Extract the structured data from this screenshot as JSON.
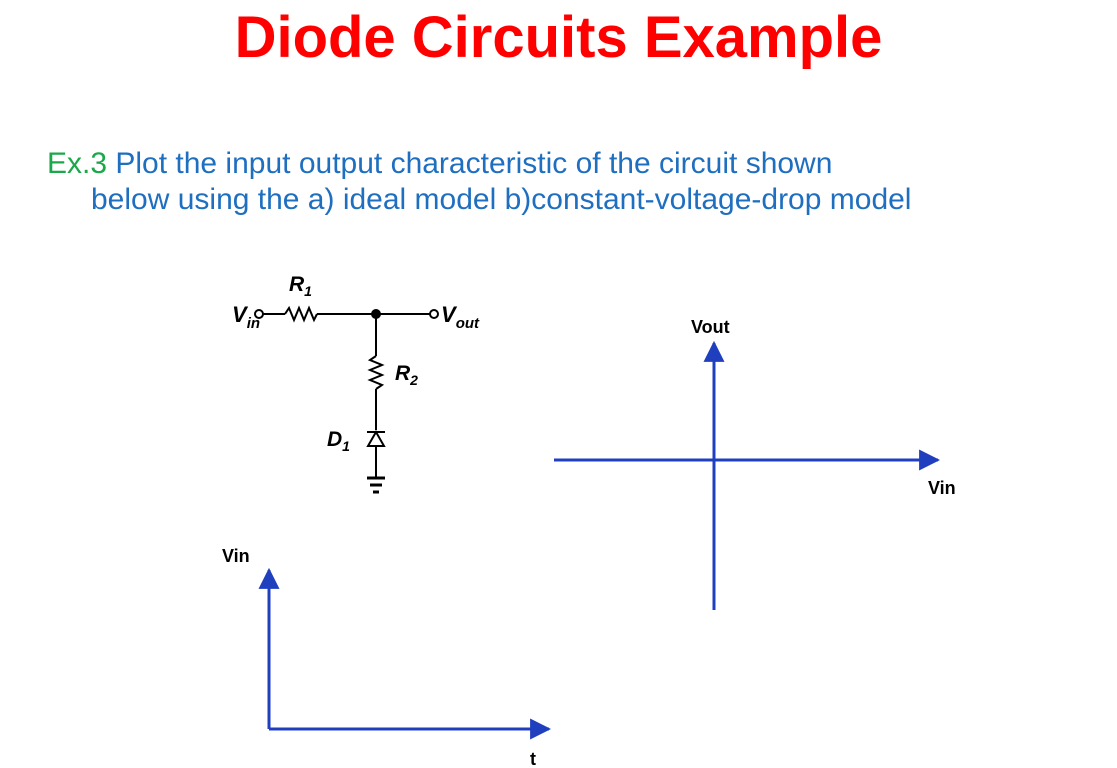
{
  "slide": {
    "title": "Diode Circuits Example",
    "prompt": {
      "ex_label": "Ex.3",
      "line1": " Plot the input output characteristic of the circuit shown",
      "line2": "below using the a) ideal model b)constant-voltage-drop model"
    }
  },
  "circuit": {
    "vin": {
      "main": "V",
      "sub": "in"
    },
    "vout": {
      "main": "V",
      "sub": "out"
    },
    "r1": {
      "main": "R",
      "sub": "1"
    },
    "r2": {
      "main": "R",
      "sub": "2"
    },
    "d1": {
      "main": "D",
      "sub": "1"
    }
  },
  "transfer_plot": {
    "y_label": "Vout",
    "x_label": "Vin"
  },
  "time_plot": {
    "y_label": "Vin",
    "x_label": "t"
  },
  "colors": {
    "title": "#ff0000",
    "ex_label": "#1aa84a",
    "prompt_text": "#1f6fc0",
    "axes": "#1f3fbf",
    "wire": "#000000"
  }
}
